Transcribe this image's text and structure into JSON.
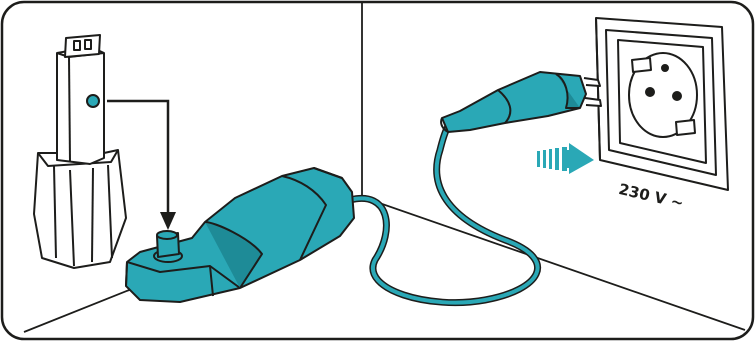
{
  "illustration": {
    "voltage_label": "230 V ~"
  },
  "colors": {
    "accent": "#2aa8b6",
    "accent_dark": "#1e8b97",
    "outline": "#1d1d1b",
    "background": "#ffffff"
  },
  "icons": [
    "handle-unit",
    "charging-stand",
    "power-plug",
    "wall-socket",
    "arrow-down-icon",
    "arrow-right-icon"
  ]
}
